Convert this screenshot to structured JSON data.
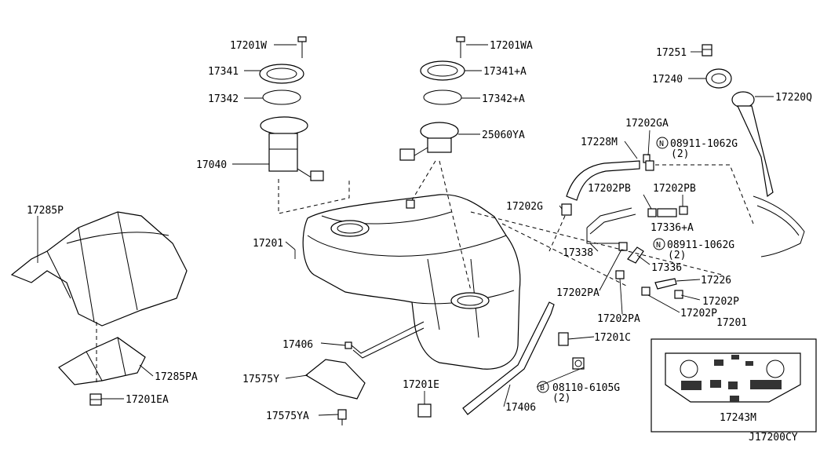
{
  "diagram_code": "J17200CY",
  "labels": {
    "l17201W": "17201W",
    "l17201WA": "17201WA",
    "l17341": "17341",
    "l17341A": "17341+A",
    "l17342": "17342",
    "l17342A": "17342+A",
    "l25060YA": "25060YA",
    "l17040": "17040",
    "l17251": "17251",
    "l17240": "17240",
    "l17220Q": "17220Q",
    "l17202GA": "17202GA",
    "l17228M": "17228M",
    "l08911a": "08911-1062G",
    "l08911a_qty": "(2)",
    "l17202PB1": "17202PB",
    "l17202PB2": "17202PB",
    "l17202G": "17202G",
    "l17336A": "17336+A",
    "l17285P": "17285P",
    "l17201": "17201",
    "l17338": "17338",
    "l08911b": "08911-1062G",
    "l08911b_qty": "(2)",
    "l17336": "17336",
    "l17226": "17226",
    "l17202PA1": "17202PA",
    "l17202P1": "17202P",
    "l17202PA2": "17202PA",
    "l17202P2": "17202P",
    "l17406a": "17406",
    "l17201C": "17201C",
    "l17285PA": "17285PA",
    "l17575Y": "17575Y",
    "l17201E": "17201E",
    "l08110": "08110-6105G",
    "l08110_qty": "(2)",
    "l17406b": "17406",
    "l17201EA": "17201EA",
    "l17575YA": "17575YA",
    "inset_title": "17201",
    "inset_label": "17243M",
    "circle_n": "N",
    "circle_b": "B"
  }
}
